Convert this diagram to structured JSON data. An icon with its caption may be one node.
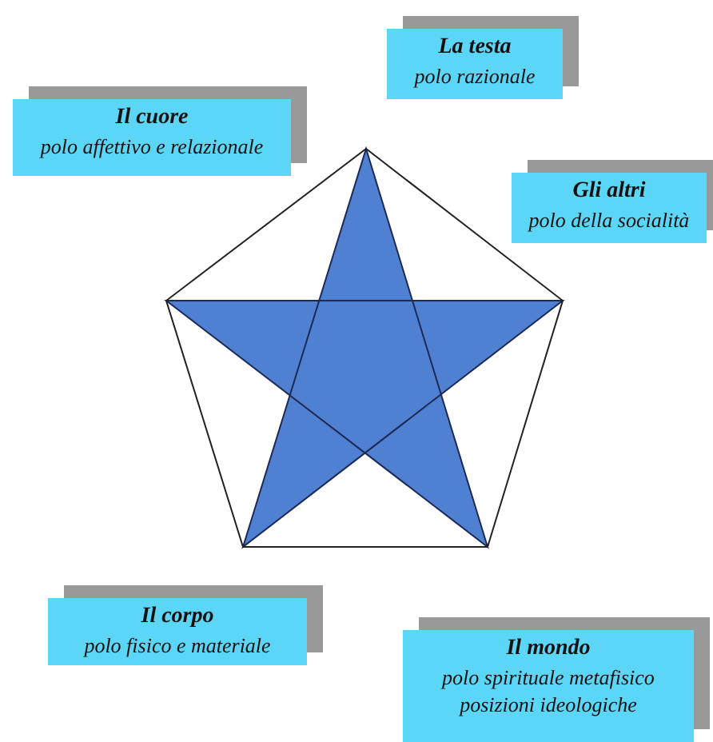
{
  "diagram": {
    "nodes": [
      {
        "text": [
          "La testa",
          "polo razionale"
        ]
      },
      {
        "text": [
          "Il cuore",
          "polo affettivo e relazionale"
        ]
      },
      {
        "text": [
          "Gli altri",
          "polo della socialità"
        ]
      },
      {
        "text": [
          "Il corpo",
          "polo fisico e materiale"
        ]
      },
      {
        "text": [
          "Il mondo",
          "polo spirituale metafisico posizioni ideologiche"
        ]
      }
    ],
    "edges": []
  }
}
